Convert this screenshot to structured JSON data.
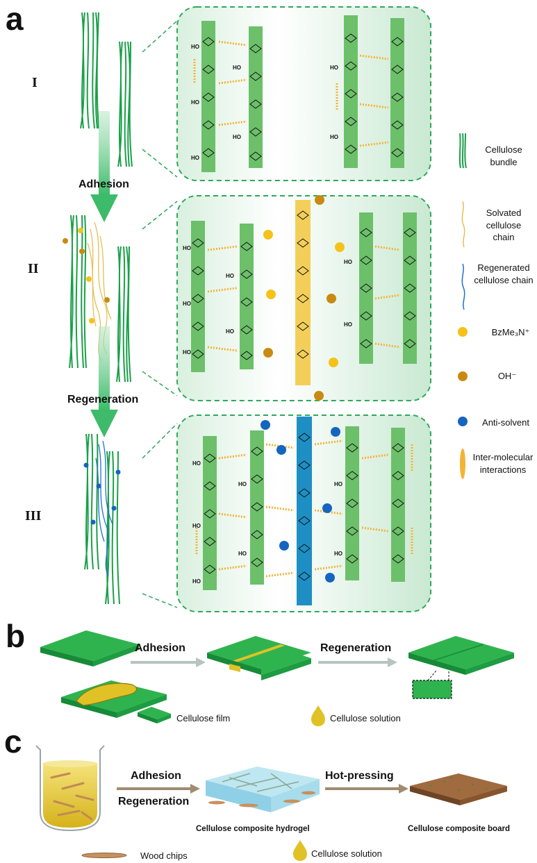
{
  "panels": {
    "a": "a",
    "b": "b",
    "c": "c"
  },
  "panel_a": {
    "stages": [
      "I",
      "II",
      "III"
    ],
    "step_labels": [
      "Adhesion",
      "Regeneration"
    ],
    "chain_label": "HO"
  },
  "legend": {
    "items": [
      {
        "id": "bundle",
        "label": "Cellulose bundle"
      },
      {
        "id": "solvated",
        "label": "Solvated cellulose chain"
      },
      {
        "id": "regenerated",
        "label": "Regenerated cellulose chain"
      },
      {
        "id": "bzme",
        "label": "BzMe₃N⁺"
      },
      {
        "id": "oh",
        "label": "OH⁻"
      },
      {
        "id": "antisolvent",
        "label": "Anti-solvent"
      },
      {
        "id": "interactions",
        "label": "Inter-molecular interactions"
      }
    ]
  },
  "panel_b": {
    "step1": "Adhesion",
    "step2": "Regeneration",
    "legend_film": "Cellulose film",
    "legend_solution": "Cellulose solution"
  },
  "panel_c": {
    "step1a": "Adhesion",
    "step1b": "Regeneration",
    "step2": "Hot-pressing",
    "caption_hydrogel": "Cellulose composite hydrogel",
    "caption_board": "Cellulose composite board",
    "legend_chips": "Wood chips",
    "legend_solution": "Cellulose solution"
  },
  "colors": {
    "cellulose_green": "#1fa84a",
    "panel_border": "#2ea85a",
    "solvated_yellow": "#f3cf5a",
    "regenerated_blue": "#1e8fc4",
    "cation_yellow": "#f5c21b",
    "hydroxide_brown": "#c98a12",
    "antisolvent_blue": "#1565c0",
    "interaction_orange": "#f5b335"
  }
}
